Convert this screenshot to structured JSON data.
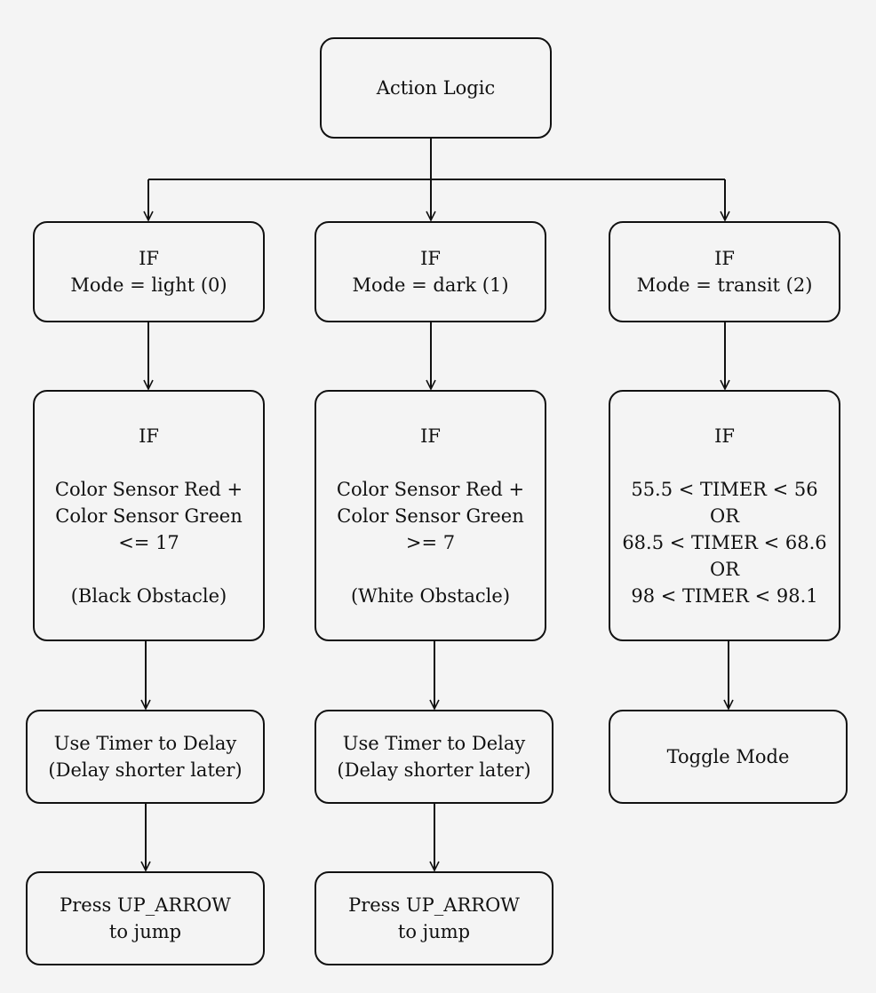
{
  "diagram": {
    "root": {
      "label": "Action Logic"
    },
    "branches": [
      {
        "condition": {
          "if_label": "IF",
          "mode_label": "Mode = light (0)"
        },
        "check": {
          "if_label": "IF",
          "line1": "Color Sensor Red +",
          "line2": "Color Sensor Green",
          "line3": "<= 17",
          "note": "(Black Obstacle)"
        },
        "delay": {
          "line1": "Use Timer to Delay",
          "line2": "(Delay shorter later)"
        },
        "action": {
          "line1": "Press UP_ARROW",
          "line2": "to jump"
        }
      },
      {
        "condition": {
          "if_label": "IF",
          "mode_label": "Mode = dark (1)"
        },
        "check": {
          "if_label": "IF",
          "line1": "Color Sensor Red +",
          "line2": "Color Sensor Green",
          "line3": ">= 7",
          "note": "(White Obstacle)"
        },
        "delay": {
          "line1": "Use Timer to Delay",
          "line2": "(Delay shorter later)"
        },
        "action": {
          "line1": "Press UP_ARROW",
          "line2": "to jump"
        }
      },
      {
        "condition": {
          "if_label": "IF",
          "mode_label": "Mode = transit (2)"
        },
        "check": {
          "if_label": "IF",
          "line1": "55.5 < TIMER < 56",
          "line2": "OR",
          "line3": "68.5 < TIMER < 68.6",
          "line4": "OR",
          "line5": "98 < TIMER < 98.1"
        },
        "action": {
          "label": "Toggle Mode"
        }
      }
    ]
  },
  "colors": {
    "background": "#f4f4f4",
    "stroke": "#111111"
  }
}
